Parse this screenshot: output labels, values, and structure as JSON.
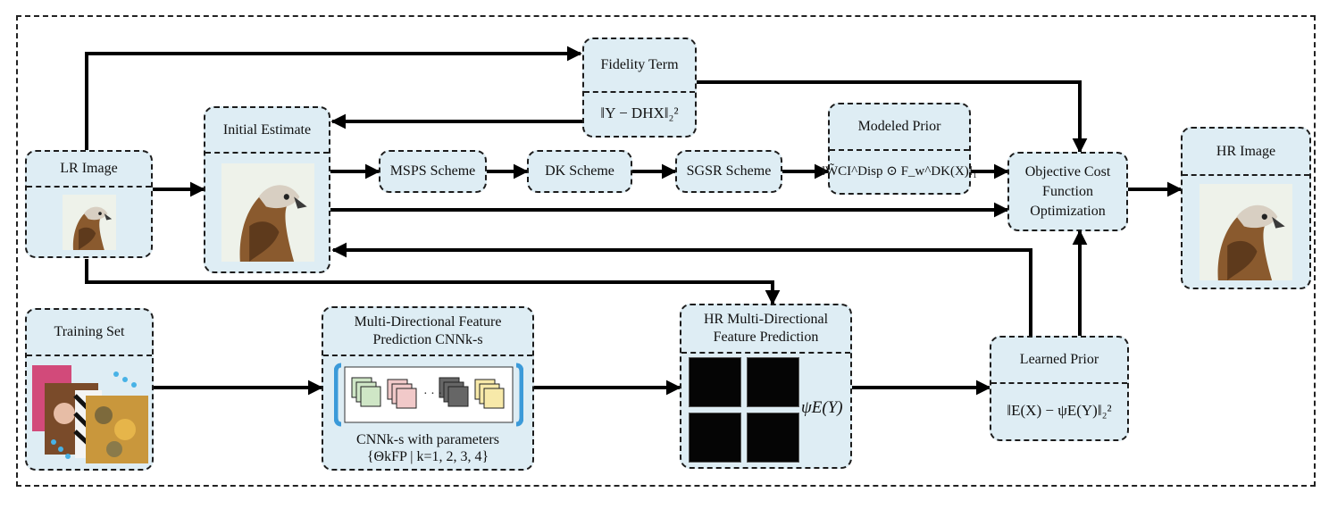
{
  "lr_image": {
    "title": "LR Image"
  },
  "initial_estimate": {
    "title": "Initial Estimate"
  },
  "fidelity_term": {
    "title": "Fidelity Term",
    "formula": "‖Y − DHX‖₂²"
  },
  "schemes": {
    "mspsa": "MSPS Scheme",
    "dk": "DK Scheme",
    "sgsr": "SGSR Scheme"
  },
  "modeled_prior": {
    "title": "Modeled Prior",
    "formula": "‖W̃CI^Disp ⊙ F_w^DK(X)‖₁"
  },
  "objective": {
    "title": "Objective Cost Function Optimization"
  },
  "hr_image": {
    "title": "HR Image"
  },
  "training_set": {
    "title": "Training Set"
  },
  "mdfp": {
    "title": "Multi-Directional Feature Prediction CNNk-s",
    "caption_line1": "CNNk-s with parameters",
    "caption_line2": "{ΘkFP | k=1, 2, 3, 4}"
  },
  "hr_mdfp": {
    "title": "HR Multi-Directional Feature Prediction",
    "psi": "ψE(Y)"
  },
  "learned_prior": {
    "title": "Learned Prior",
    "formula": "‖E(X) − ψE(Y)‖₂²"
  },
  "colors": {
    "box_fill": "#deedf4",
    "bracket": "#3b9ad9",
    "dots": "#47b2e6"
  }
}
